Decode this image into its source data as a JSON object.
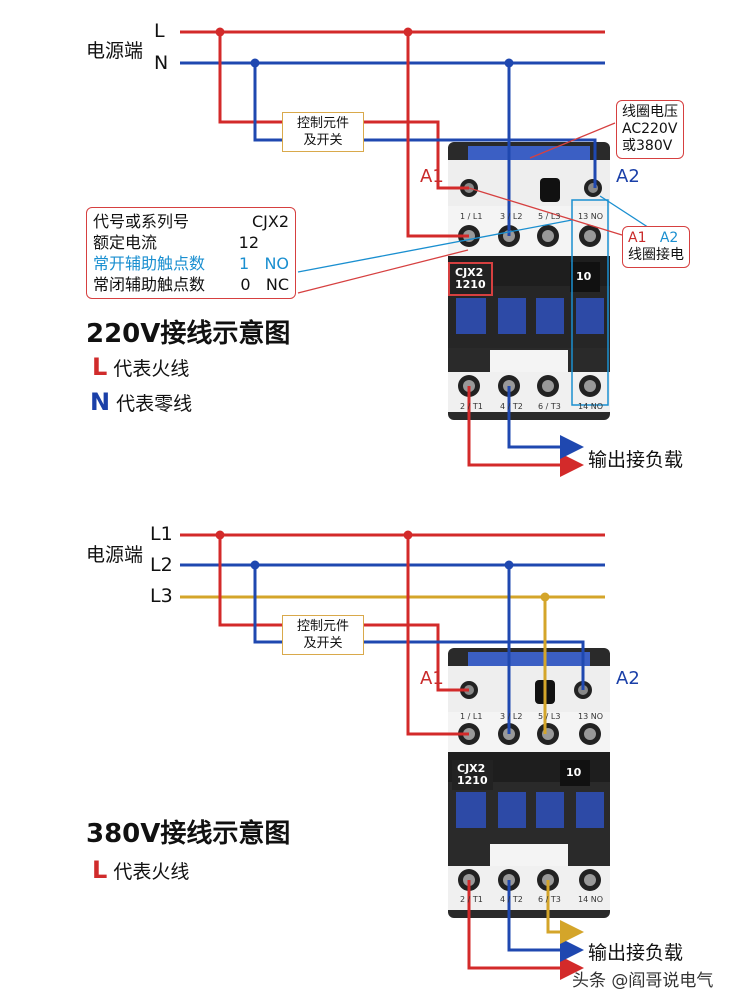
{
  "colors": {
    "live": "#d32a2a",
    "neutral": "#1f48b0",
    "l3": "#d4a52a",
    "ctrl_border": "#d9a94b",
    "note_border": "#d64040",
    "no_blue": "#1a8fd0"
  },
  "top": {
    "power_label": "电源端",
    "line_L": "L",
    "line_N": "N",
    "ctrl_line1": "控制元件",
    "ctrl_line2": "及开关",
    "coil_voltage_line1": "线圈电压",
    "coil_voltage_line2": "AC220V",
    "coil_voltage_line3": "或380V",
    "a1": "A1",
    "a2": "A2",
    "coil_conn_a1": "A1",
    "coil_conn_a2": "A2",
    "coil_conn_text": "线圈接电",
    "spec": {
      "r1_label": "代号或系列号",
      "r1_value": "CJX2",
      "r2_label": "额定电流",
      "r2_value": "12",
      "r3_label": "常开辅助触点数",
      "r3_num": "1",
      "r3_unit": "NO",
      "r4_label": "常闭辅助触点数",
      "r4_num": "0",
      "r4_unit": "NC"
    },
    "title": "220V接线示意图",
    "legend_L_sym": "L",
    "legend_L_text": "代表火线",
    "legend_N_sym": "N",
    "legend_N_text": "代表零线",
    "output": "输出接负载",
    "model_line1": "CJX2",
    "model_line2": "1210",
    "aux_num": "10",
    "term_top": [
      "1 / L1",
      "3 / L2",
      "5 / L3",
      "13 NO"
    ],
    "term_bottom": [
      "2 / T1",
      "4 / T2",
      "6 / T3",
      "14 NO"
    ]
  },
  "bottom": {
    "power_label": "电源端",
    "line_L1": "L1",
    "line_L2": "L2",
    "line_L3": "L3",
    "ctrl_line1": "控制元件",
    "ctrl_line2": "及开关",
    "a1": "A1",
    "a2": "A2",
    "title": "380V接线示意图",
    "legend_L_sym": "L",
    "legend_L_text": "代表火线",
    "output": "输出接负载",
    "model_line1": "CJX2",
    "model_line2": "1210",
    "aux_num": "10",
    "term_top": [
      "1 / L1",
      "3 / L2",
      "5 / L3",
      "13 NO"
    ],
    "term_bottom": [
      "2 / T1",
      "4 / T2",
      "6 / T3",
      "14 NO"
    ]
  },
  "watermark": "头条 @阎哥说电气"
}
